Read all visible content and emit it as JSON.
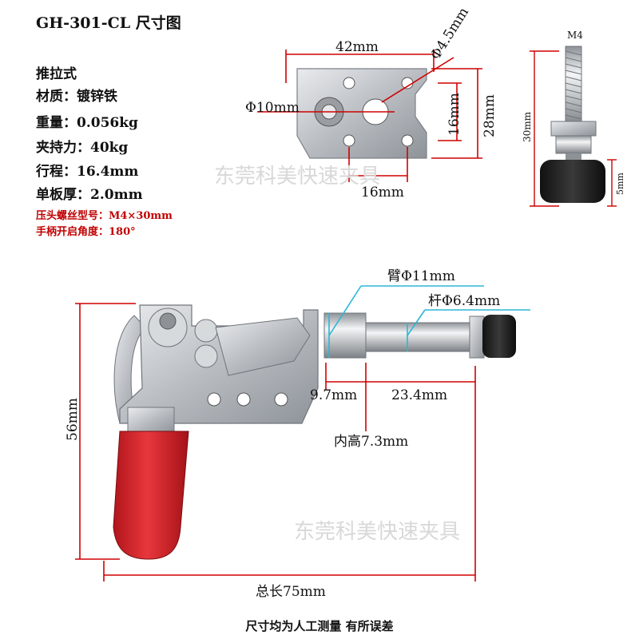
{
  "title": "GH-301-CL 尺寸图",
  "specs": {
    "type": "推拉式",
    "material": "材质：镀锌铁",
    "weight": "重量：0.056kg",
    "clamp_force": "夹持力：40kg",
    "stroke": "行程：16.4mm",
    "plate_thickness": "单板厚：2.0mm",
    "screw_model": "压头螺丝型号：M4×30mm",
    "handle_angle": "手柄开启角度：180°"
  },
  "base_plate": {
    "width": "42mm",
    "hole_small": "Φ4.5mm",
    "hole_center": "Φ10mm",
    "hole_spacing_v": "16mm",
    "height": "28mm",
    "hole_spacing_h": "16mm"
  },
  "screw": {
    "thread": "M4",
    "length": "30mm",
    "cap": "5mm"
  },
  "clamp": {
    "arm_dia": "臂Φ11mm",
    "rod_dia": "杆Φ6.4mm",
    "offset": "9.7mm",
    "rod_length": "23.4mm",
    "inner_height": "内高7.3mm",
    "height": "56mm",
    "total_length": "总长75mm"
  },
  "watermark": "东莞科美快速夹具",
  "footer": "尺寸均为人工测量 有所误差",
  "colors": {
    "dimension_red": "#d00000",
    "dimension_cyan": "#2ab7d6",
    "handle_red": "#d8232a",
    "steel": "#c9ccd0"
  }
}
